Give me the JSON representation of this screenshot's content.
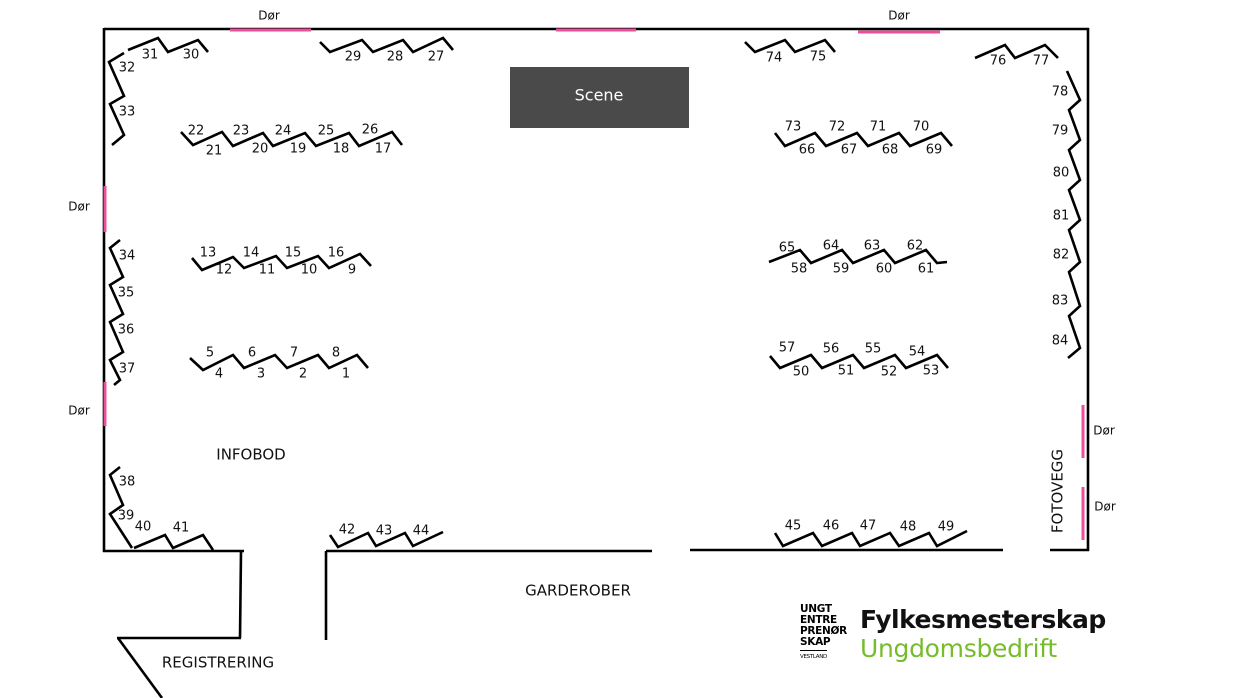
{
  "stage": {
    "label": "Scene",
    "color": "#4a4a4a"
  },
  "door_label": "Dør",
  "doors": [
    "Dør",
    "Dør",
    "Dør",
    "Dør",
    "Dør",
    "Dør"
  ],
  "areas": {
    "infobod": "INFOBOD",
    "garderober": "GARDEROBER",
    "registrering": "REGISTRERING",
    "fotovegg": "FOTOVEGG"
  },
  "booths": [
    "1",
    "2",
    "3",
    "4",
    "5",
    "6",
    "7",
    "8",
    "9",
    "10",
    "11",
    "12",
    "13",
    "14",
    "15",
    "16",
    "17",
    "18",
    "19",
    "20",
    "21",
    "22",
    "23",
    "24",
    "25",
    "26",
    "27",
    "28",
    "29",
    "30",
    "31",
    "32",
    "33",
    "34",
    "35",
    "36",
    "37",
    "38",
    "39",
    "40",
    "41",
    "42",
    "43",
    "44",
    "45",
    "46",
    "47",
    "48",
    "49",
    "50",
    "51",
    "52",
    "53",
    "54",
    "55",
    "56",
    "57",
    "58",
    "59",
    "60",
    "61",
    "62",
    "63",
    "64",
    "65",
    "66",
    "67",
    "68",
    "69",
    "70",
    "71",
    "72",
    "73",
    "74",
    "75",
    "76",
    "77",
    "78",
    "79",
    "80",
    "81",
    "82",
    "83",
    "84"
  ],
  "logo": {
    "mark_lines": [
      "UNGT",
      "ENTRE",
      "PRENØR",
      "SKAP"
    ],
    "mark_region": "VESTLAND",
    "title": "Fylkesmesterskap",
    "subtitle": "Ungdomsbedrift"
  },
  "colors": {
    "door": "#ee4f9b",
    "brand_green": "#76bc2b"
  }
}
